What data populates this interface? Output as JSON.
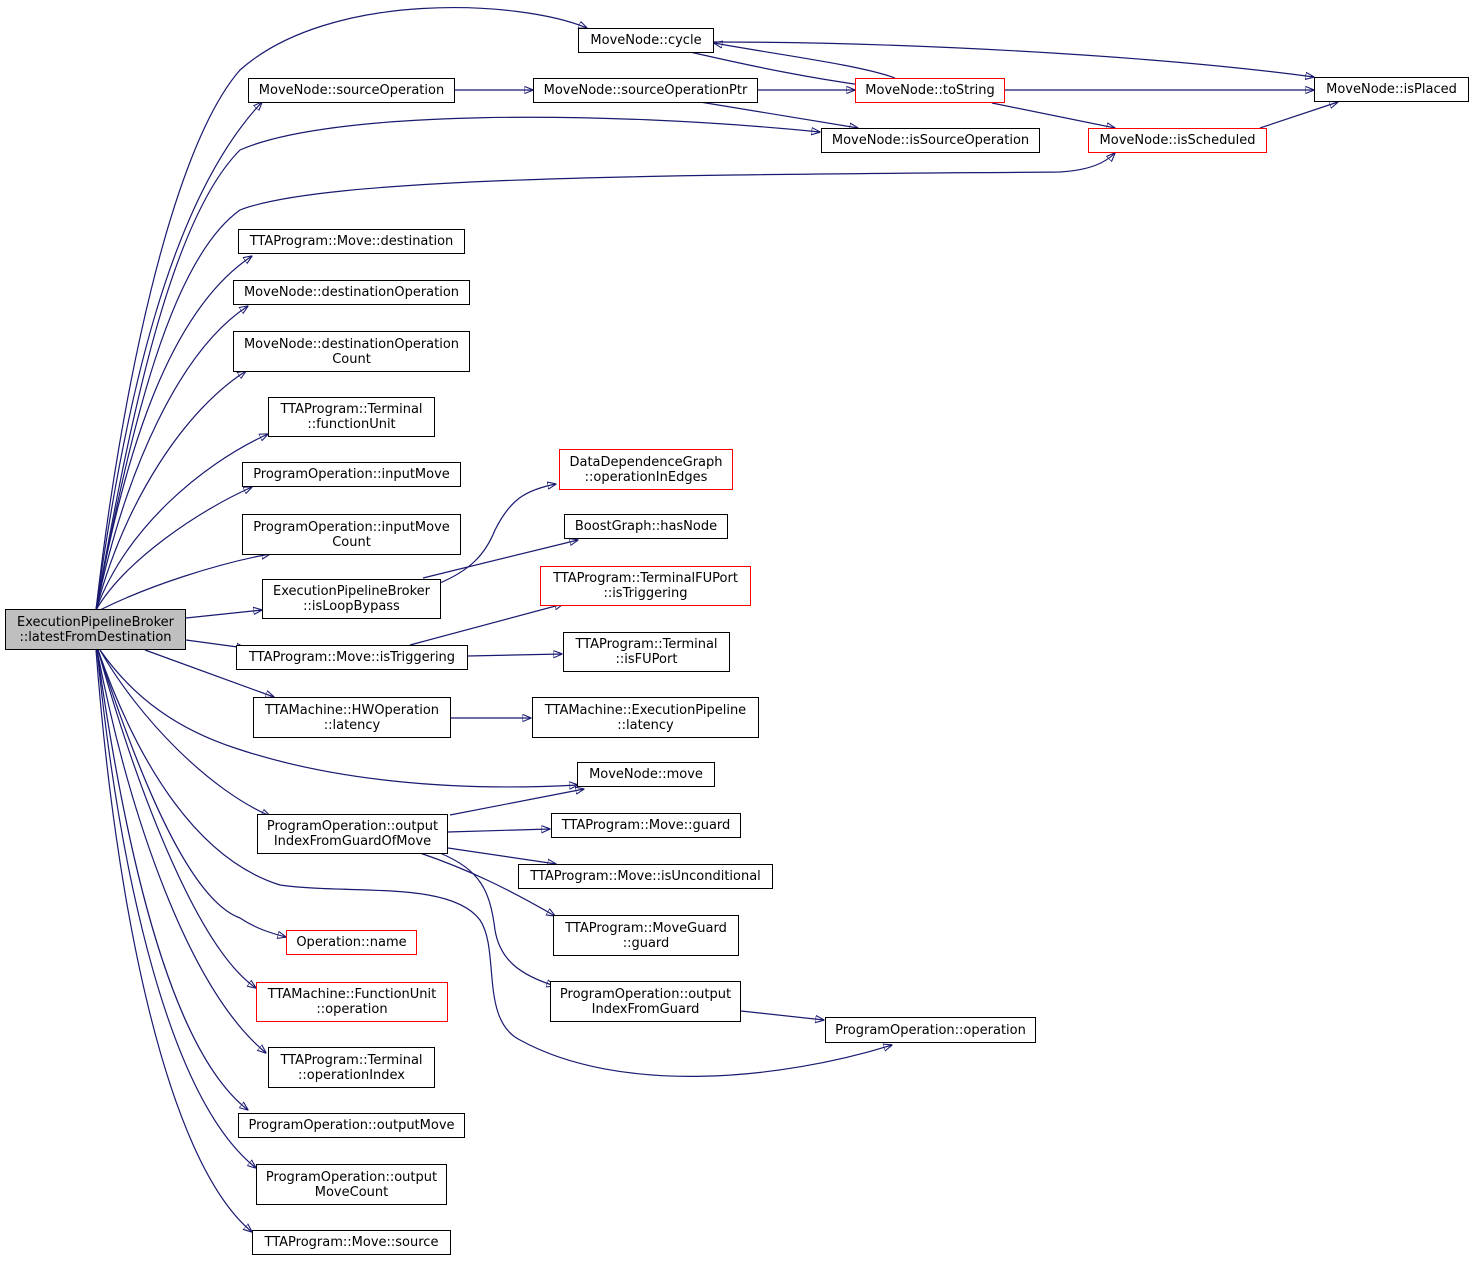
{
  "colors": {
    "edge": "#191970",
    "root_fill": "#bfbfbf",
    "highlight_border": "#ff0000",
    "node_border": "#000000"
  },
  "nodes": {
    "root": "ExecutionPipelineBroker\n::latestFromDestination",
    "cycle": "MoveNode::cycle",
    "srcop": "MoveNode::sourceOperation",
    "srcopptr": "MoveNode::sourceOperationPtr",
    "tostring": "MoveNode::toString",
    "isplaced": "MoveNode::isPlaced",
    "issrcop": "MoveNode::isSourceOperation",
    "issched": "MoveNode::isScheduled",
    "dest": "TTAProgram::Move::destination",
    "destop": "MoveNode::destinationOperation",
    "destopcount": "MoveNode::destinationOperation\nCount",
    "funit": "TTAProgram::Terminal\n::functionUnit",
    "inputmove": "ProgramOperation::inputMove",
    "inputmovecount": "ProgramOperation::inputMove\nCount",
    "ddg": "DataDependenceGraph\n::operationInEdges",
    "hasnode": "BoostGraph::hasNode",
    "loopbypass": "ExecutionPipelineBroker\n::isLoopBypass",
    "fuporttrig": "TTAProgram::TerminalFUPort\n::isTriggering",
    "movetrig": "TTAProgram::Move::isTriggering",
    "isfuport": "TTAProgram::Terminal\n::isFUPort",
    "hwlatency": "TTAMachine::HWOperation\n::latency",
    "eplatency": "TTAMachine::ExecutionPipeline\n::latency",
    "movenodemove": "MoveNode::move",
    "outidxguardmove": "ProgramOperation::output\nIndexFromGuardOfMove",
    "moveguard": "TTAProgram::Move::guard",
    "isuncond": "TTAProgram::Move::isUnconditional",
    "mgguard": "TTAProgram::MoveGuard\n::guard",
    "opname": "Operation::name",
    "fuop": "TTAMachine::FunctionUnit\n::operation",
    "outidxguard": "ProgramOperation::output\nIndexFromGuard",
    "poop": "ProgramOperation::operation",
    "opindex": "TTAProgram::Terminal\n::operationIndex",
    "outputmove": "ProgramOperation::outputMove",
    "outputmovecount": "ProgramOperation::output\nMoveCount",
    "source": "TTAProgram::Move::source"
  }
}
